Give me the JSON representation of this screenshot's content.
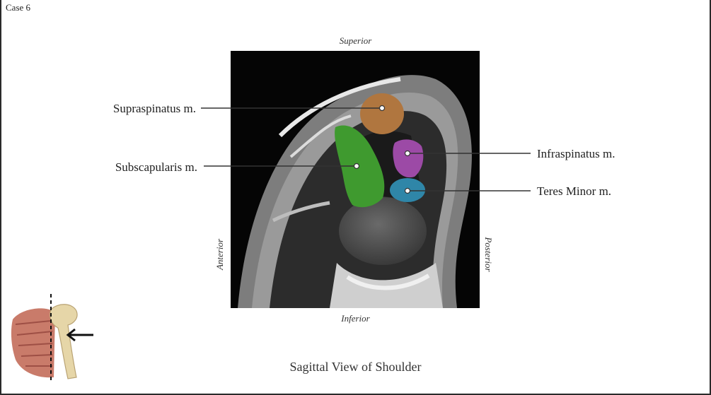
{
  "case_label": "Case 6",
  "orientation": {
    "superior": "Superior",
    "inferior": "Inferior",
    "anterior": "Anterior",
    "posterior": "Posterior"
  },
  "labels": {
    "supraspinatus": "Supraspinatus m.",
    "subscapularis": "Subscapularis m.",
    "infraspinatus": "Infraspinatus m.",
    "teres_minor": "Teres Minor m."
  },
  "colors": {
    "supraspinatus": "#b0763f",
    "subscapularis": "#3f9a2f",
    "infraspinatus": "#9c4aa6",
    "teres_minor": "#2f86a8"
  },
  "caption": "Sagittal View of Shoulder"
}
